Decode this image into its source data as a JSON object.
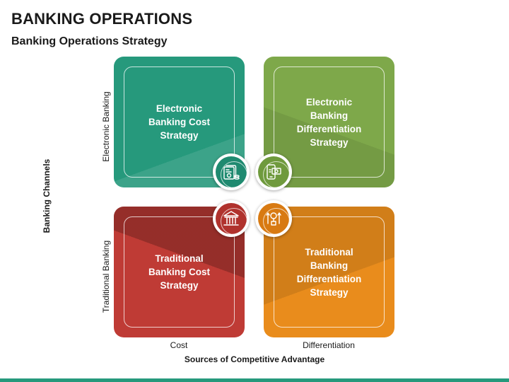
{
  "title": "BANKING OPERATIONS",
  "subtitle": "Banking Operations Strategy",
  "y_axis": {
    "title": "Banking Channels",
    "top_label": "Electronic Banking",
    "bottom_label": "Traditional Banking"
  },
  "x_axis": {
    "title": "Sources of Competitive Advantage",
    "left_label": "Cost",
    "right_label": "Differentiation"
  },
  "quadrants": [
    {
      "label": "Electronic\nBanking Cost\nStrategy",
      "color": "#26997c",
      "icon": "banking-documents-icon"
    },
    {
      "label": "Electronic\nBanking\nDifferentiation\nStrategy",
      "color": "#7ea84a",
      "icon": "mobile-banking-icon"
    },
    {
      "label": "Traditional\nBanking Cost\nStrategy",
      "color": "#bf3b35",
      "icon": "bank-building-icon"
    },
    {
      "label": "Traditional\nBanking\nDifferentiation\nStrategy",
      "color": "#e98c1c",
      "icon": "coin-growth-icon"
    }
  ],
  "accent_color": "#26997c"
}
